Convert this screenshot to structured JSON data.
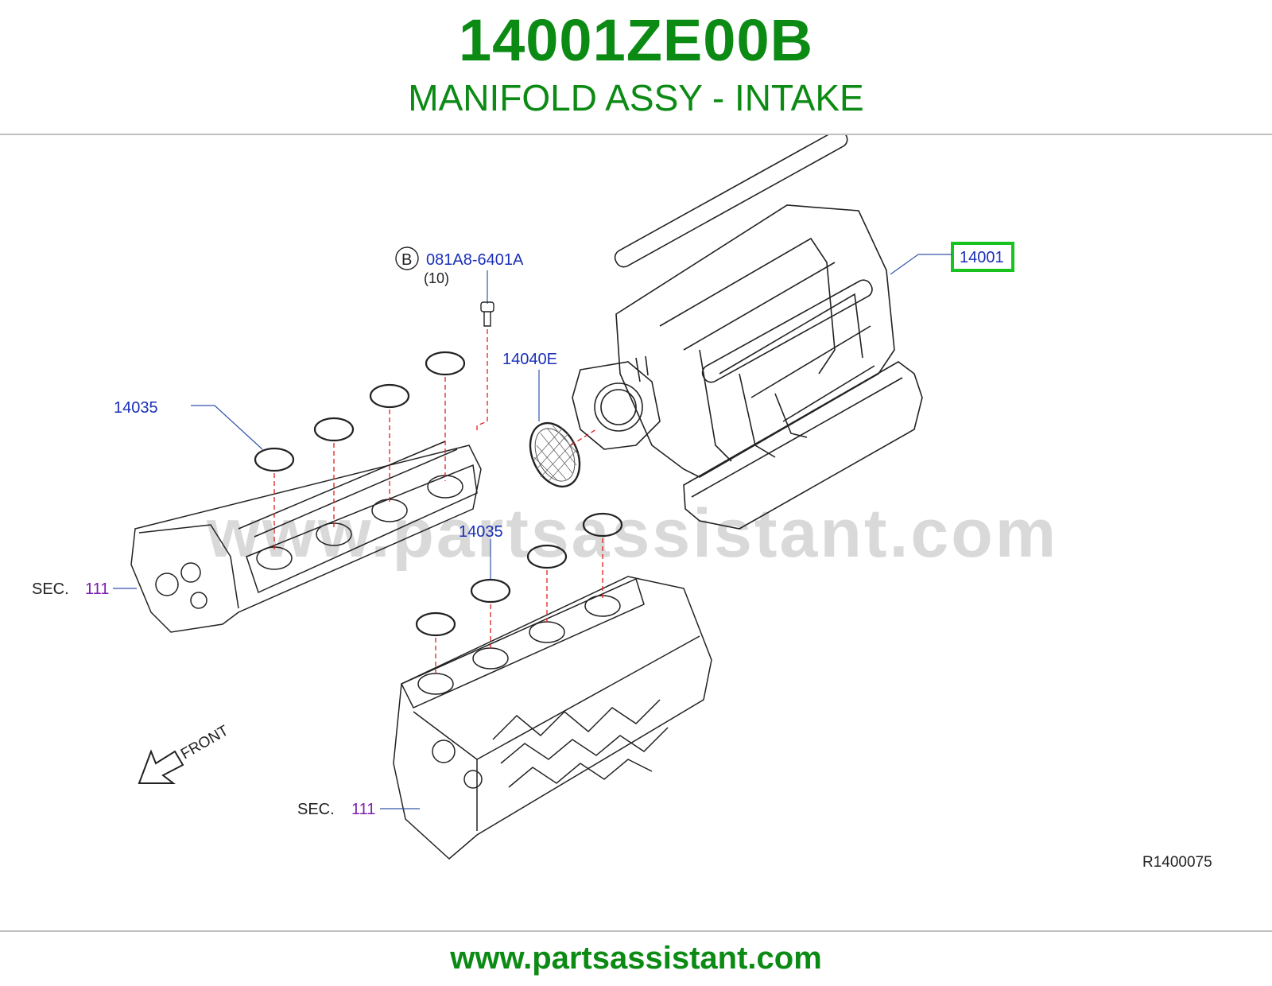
{
  "header": {
    "part_number": "14001ZE00B",
    "part_name": "MANIFOLD ASSY - INTAKE"
  },
  "callouts": {
    "manifold": "14001",
    "bolt_circle_letter": "B",
    "bolt": "081A8-6401A",
    "bolt_qty": "(10)",
    "throttle_gasket": "14040E",
    "gasket_left": "14035",
    "gasket_right": "14035",
    "sec_label_1": "SEC.",
    "sec_num_1": "111",
    "sec_label_2": "SEC.",
    "sec_num_2": "111",
    "front": "FRONT",
    "ref_code": "R1400075"
  },
  "watermark": "www.partsassistant.com",
  "footer": {
    "url": "www.partsassistant.com"
  },
  "colors": {
    "title_green": "#0b8a14",
    "callout_blue": "#1a2fb8",
    "section_purple": "#7a1fb0",
    "leader_red": "#e02020",
    "highlight_green": "#19c21f"
  }
}
